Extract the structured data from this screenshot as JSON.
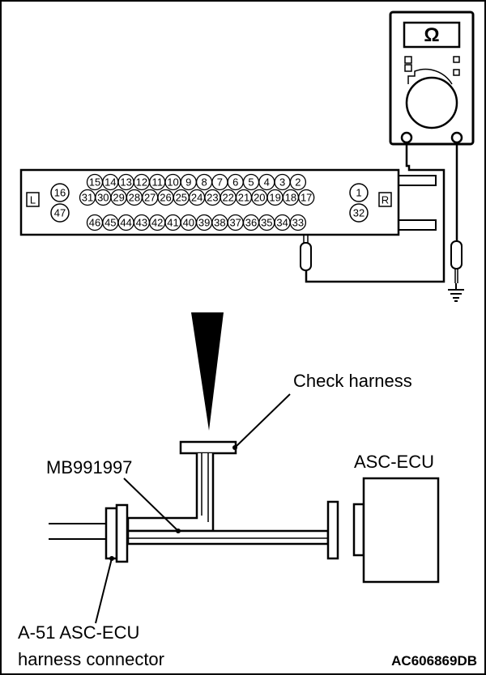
{
  "multimeter": {
    "symbol": "Ω"
  },
  "connector": {
    "left_marker": "L",
    "right_marker": "R",
    "left_upper": "16",
    "left_lower": "47",
    "right_upper": "1",
    "right_lower": "32",
    "row_top": [
      "15",
      "14",
      "13",
      "12",
      "11",
      "10",
      "9",
      "8",
      "7",
      "6",
      "5",
      "4",
      "3",
      "2"
    ],
    "row_mid": [
      "31",
      "30",
      "29",
      "28",
      "27",
      "26",
      "25",
      "24",
      "23",
      "22",
      "21",
      "20",
      "19",
      "18",
      "17"
    ],
    "row_bot": [
      "46",
      "45",
      "44",
      "43",
      "42",
      "41",
      "40",
      "39",
      "38",
      "37",
      "36",
      "35",
      "34",
      "33"
    ]
  },
  "labels": {
    "check_harness": "Check harness",
    "asc_ecu": "ASC-ECU",
    "adapter": "MB991997",
    "harness_line1": "A-51 ASC-ECU",
    "harness_line2": "harness connector",
    "figure_code": "AC606869DB"
  }
}
